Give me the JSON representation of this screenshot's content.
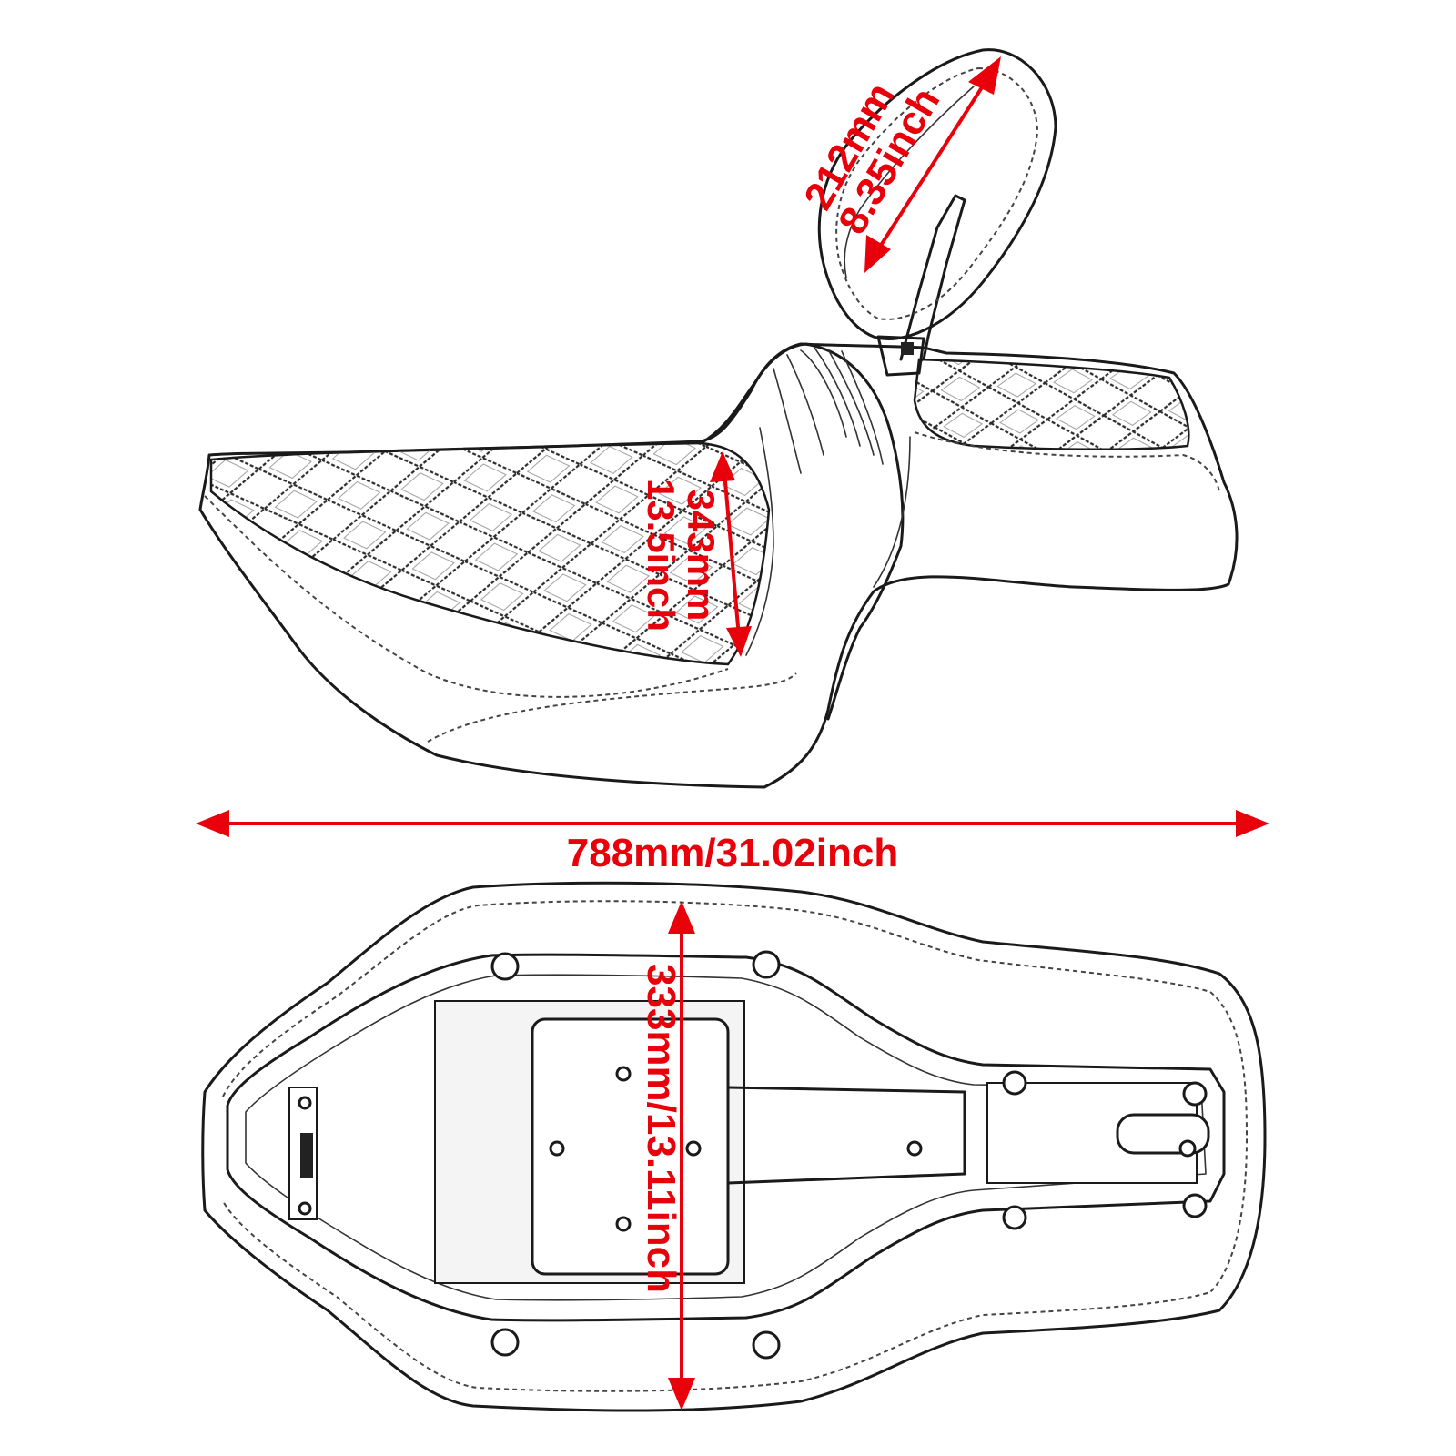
{
  "colors": {
    "dimension": "#e8000b",
    "line_art": "#1a1a1a",
    "background": "#ffffff"
  },
  "dimensions": {
    "backrest_height": {
      "metric": "212mm",
      "imperial": "8.35inch"
    },
    "seat_depth": {
      "metric": "343mm",
      "imperial": "13.5inch"
    },
    "overall_length": {
      "label": "788mm/31.02inch"
    },
    "overall_width": {
      "label": "333mm/13.11inch"
    }
  },
  "views": [
    "side-view",
    "bottom-view"
  ]
}
